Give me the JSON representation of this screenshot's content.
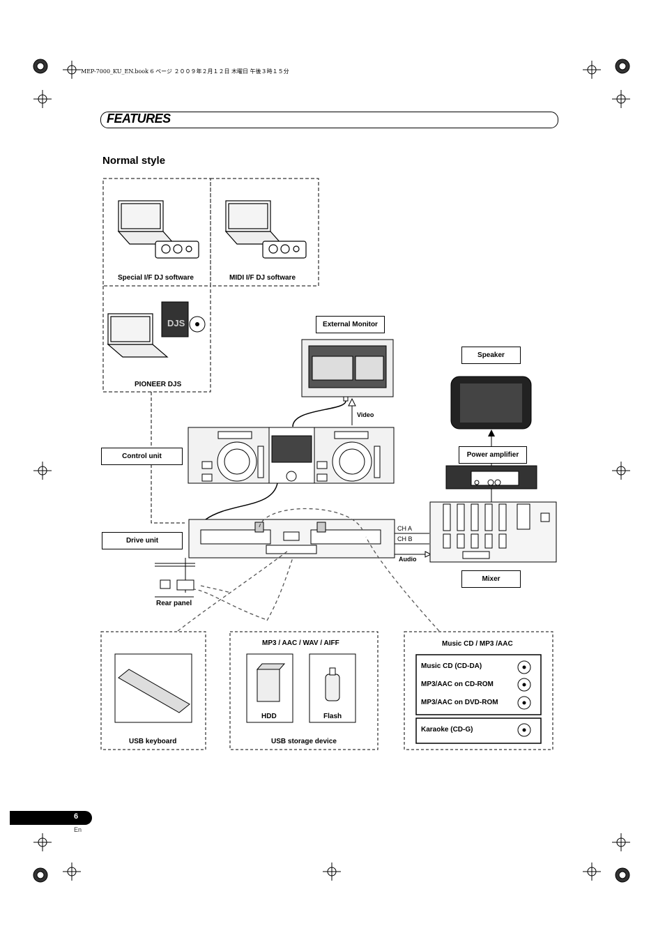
{
  "header_line": "MEP-7000_KU_EN.book  6 ページ  ２００９年２月１２日  木曜日  午後３時１５分",
  "section_title": "FEATURES",
  "subtitle": "Normal style",
  "labels": {
    "special_if": "Special I/F DJ software",
    "midi_if": "MIDI I/F DJ software",
    "pioneer_djs": "PIONEER DJS",
    "external_monitor": "External Monitor",
    "speaker": "Speaker",
    "video": "Video",
    "control_unit": "Control unit",
    "power_amplifier": "Power amplifier",
    "drive_unit": "Drive unit",
    "ch_a": "CH A",
    "ch_b": "CH B",
    "audio": "Audio",
    "mixer": "Mixer",
    "rear_panel": "Rear panel",
    "usb_keyboard": "USB keyboard",
    "storage_formats": "MP3 / AAC / WAV / AIFF",
    "hdd": "HDD",
    "flash": "Flash",
    "usb_storage": "USB storage device",
    "music_cd_header": "Music CD / MP3 /AAC",
    "djs_box_text": "DJS"
  },
  "disc_media": [
    "Music CD (CD-DA)",
    "MP3/AAC on CD-ROM",
    "MP3/AAC on DVD-ROM"
  ],
  "karaoke": "Karaoke (CD-G)",
  "page": {
    "number": "6",
    "lang": "En"
  }
}
